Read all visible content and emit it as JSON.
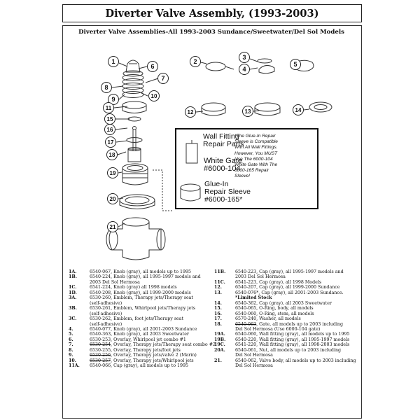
{
  "title": "Diverter Valve Assembly, (1993-2003)",
  "subtitle": "Diverter Valve Assemblies-All 1993-2003 Sundance/Sweetwater/Del Sol Models",
  "callouts": [
    "1",
    "2",
    "3",
    "4",
    "5",
    "6",
    "7",
    "8",
    "9",
    "10",
    "11",
    "12",
    "13",
    "14",
    "15",
    "16",
    "17",
    "18",
    "19",
    "20",
    "21"
  ],
  "repair_box": {
    "heading_line1": "Wall Fitting",
    "heading_line2": "Repair Parts",
    "gate_line1": "White Gate",
    "gate_line2": "#6000-104",
    "sleeve_line1": "Glue-In",
    "sleeve_line2": "Repair Sleeve",
    "sleeve_line3": "#6000-165*",
    "note_lines": [
      "*The Glue-In Repair",
      "Sleeve is Compatible",
      "With All Wall Fittings.",
      "However, You MUST",
      "Use The 6000-104",
      "White Gate With The",
      "6000-165 Repair",
      "Sleeve!"
    ]
  },
  "parts_left": [
    {
      "code": "1A.",
      "text": "6540-067, Knob (gray), all models up to 1995"
    },
    {
      "code": "1B.",
      "text": "6540-224, Knob (gray), all 1995-1997 models and",
      "cont": "2003 Del Sol Hermosa"
    },
    {
      "code": "1C.",
      "text": "6541-224, Knob (gray) all 1998 models"
    },
    {
      "code": "1D.",
      "text": "6540-208, Knob (gray), all 1999-2000 models"
    },
    {
      "code": "3A.",
      "text": "6530-260, Emblem, Therapy jets/Therapy seat",
      "cont": "(self-adhesive)"
    },
    {
      "code": "3B.",
      "text": "6530-261, Emblem, Whirlpool jets/Therapy jets",
      "cont": "(self-adhesive)"
    },
    {
      "code": "3C.",
      "text": "6530-262, Emblem, foot jets/Therapy seat",
      "cont": "(self-adhesive)"
    },
    {
      "code": "4.",
      "text": "6540-077, Knob (gray), all 2001-2003 Sundance"
    },
    {
      "code": "5.",
      "text": "6540-363, Knob (gray), all 2003 Sweetwater"
    },
    {
      "code": "6.",
      "text": "6530-253, Overlay, Whirlpool jet combo #1"
    },
    {
      "code": "7.",
      "text": "6530-254, Overlay, Therapy jets/Therapy seat combo #2",
      "struck": "6530-254"
    },
    {
      "code": "8.",
      "text": "6530-255, Overlay, Therapy jets/foot jets"
    },
    {
      "code": "9.",
      "text": "6530-256, Overlay, Therapy jets/valve 2 (Marin)",
      "struck": "6530-256"
    },
    {
      "code": "10.",
      "text": "6530-257, Overlay, Therapy jets/Whirlpool jets",
      "struck": "6530-257"
    },
    {
      "code": "11A.",
      "text": "6540-066, Cap (gray), all models up to 1995"
    }
  ],
  "parts_right": [
    {
      "code": "11B.",
      "text": "6540-223, Cap (gray), all 1995-1997 models and",
      "cont": "2003 Del Sol Hermosa"
    },
    {
      "code": "11C.",
      "text": "6541-223, Cap (gray), all 1998 Models"
    },
    {
      "code": "12.",
      "text": "6540-207, Cap (gray), all 1999-2000 Sundance"
    },
    {
      "code": "13.",
      "text": "6540-076*, Cap (gray), all 2001-2003 Sundance.",
      "note": "*Limited Stock"
    },
    {
      "code": "14.",
      "text": "6540-362, Cap (gray), all 2003 Sweetwater"
    },
    {
      "code": "15.",
      "text": "6540-065, O-Ring, body, all models"
    },
    {
      "code": "16.",
      "text": "6540-060, O-Ring, stem, all models"
    },
    {
      "code": "17.",
      "text": "6570-240, Washer, all models"
    },
    {
      "code": "18.",
      "text": "6540-063, Gate, all models up to 2003 including",
      "cont": "Del Sol Hermosa (Use 6000-104 gate)",
      "struck": "6540-063"
    },
    {
      "code": "19A.",
      "text": "6540-060, Wall fitting (gray), all models up to 1995"
    },
    {
      "code": "19B.",
      "text": "6540-220, Wall fitting (gray), all 1995-1997 models"
    },
    {
      "code": "19C.",
      "text": "6541-220, Wall fitting (gray), all 1998-2003 models"
    },
    {
      "code": "20A.",
      "text": "6540-061, Nut, all models up to 2003 including",
      "cont": "Del Sol Hermosa"
    },
    {
      "code": "21.",
      "text": "6540-062, Valve body, all models up to 2003 including",
      "cont": "Del Sol Hermosa"
    }
  ]
}
